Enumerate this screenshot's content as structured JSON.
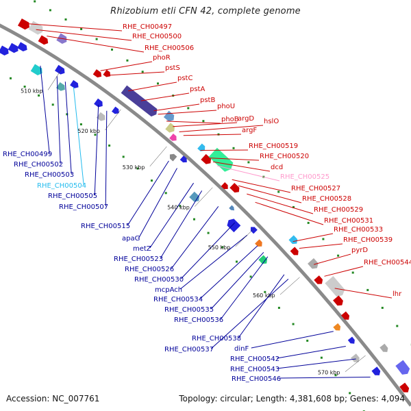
{
  "title": "Rhizobium etli CFN 42, complete genome",
  "footer": {
    "accession": "Accession: NC_007761",
    "topology": "Topology: circular; Length: 4,381,608 bp; Genes: 4,094"
  },
  "colors": {
    "backbone": "#888888",
    "forward_label": "#cc0000",
    "reverse_label": "#000099",
    "highlight_label": "#22bbee",
    "faded_label": "#ff99cc"
  },
  "ticks": [
    "510 kbp",
    "520 kbp",
    "530 kbp",
    "540 kbp",
    "550 kbp",
    "560 kbp",
    "570 kbp"
  ],
  "labels_right": [
    "RHE_CH00497",
    "RHE_CH00500",
    "RHE_CH00506",
    "phoR",
    "pstS",
    "pstC",
    "pstA",
    "pstB",
    "phoU",
    "phoB",
    "argD",
    "hslO",
    "argF",
    "RHE_CH00519",
    "RHE_CH00520",
    "dcd",
    "RHE_CH00525",
    "RHE_CH00527",
    "RHE_CH00528",
    "RHE_CH00529",
    "RHE_CH00531",
    "RHE_CH00533",
    "RHE_CH00539",
    "pyrD",
    "RHE_CH00544",
    "lhr"
  ],
  "labels_left": [
    "RHE_CH00499",
    "RHE_CH00502",
    "RHE_CH00503",
    "RHE_CH00504",
    "RHE_CH00505",
    "RHE_CH00507",
    "RHE_CH00515",
    "apaG",
    "metZ",
    "RHE_CH00523",
    "RHE_CH00526",
    "RHE_CH00530",
    "mcpAch",
    "RHE_CH00534",
    "RHE_CH00535",
    "RHE_CH00536",
    "RHE_CH00538",
    "RHE_CH00537",
    "dinF",
    "RHE_CH00542",
    "RHE_CH00543",
    "RHE_CH00546"
  ]
}
